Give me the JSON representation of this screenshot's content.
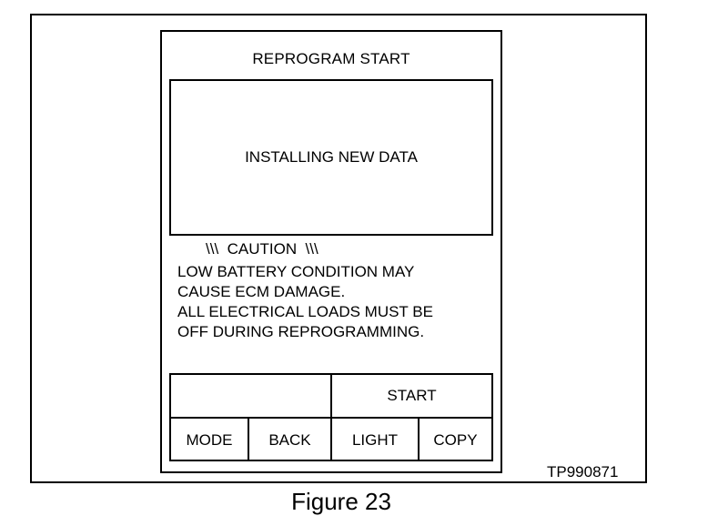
{
  "screen": {
    "title": "REPROGRAM START",
    "message": "INSTALLING NEW DATA"
  },
  "caution": {
    "heading": "\\\\\\  CAUTION  \\\\\\",
    "lines": [
      "LOW BATTERY CONDITION MAY",
      "CAUSE ECM DAMAGE.",
      "ALL ELECTRICAL LOADS MUST BE",
      "OFF DURING REPROGRAMMING."
    ]
  },
  "softkeys": {
    "top_right": "START",
    "bottom": [
      "MODE",
      "BACK",
      "LIGHT",
      "COPY"
    ]
  },
  "figure": {
    "id": "TP990871",
    "caption": "Figure 23"
  }
}
